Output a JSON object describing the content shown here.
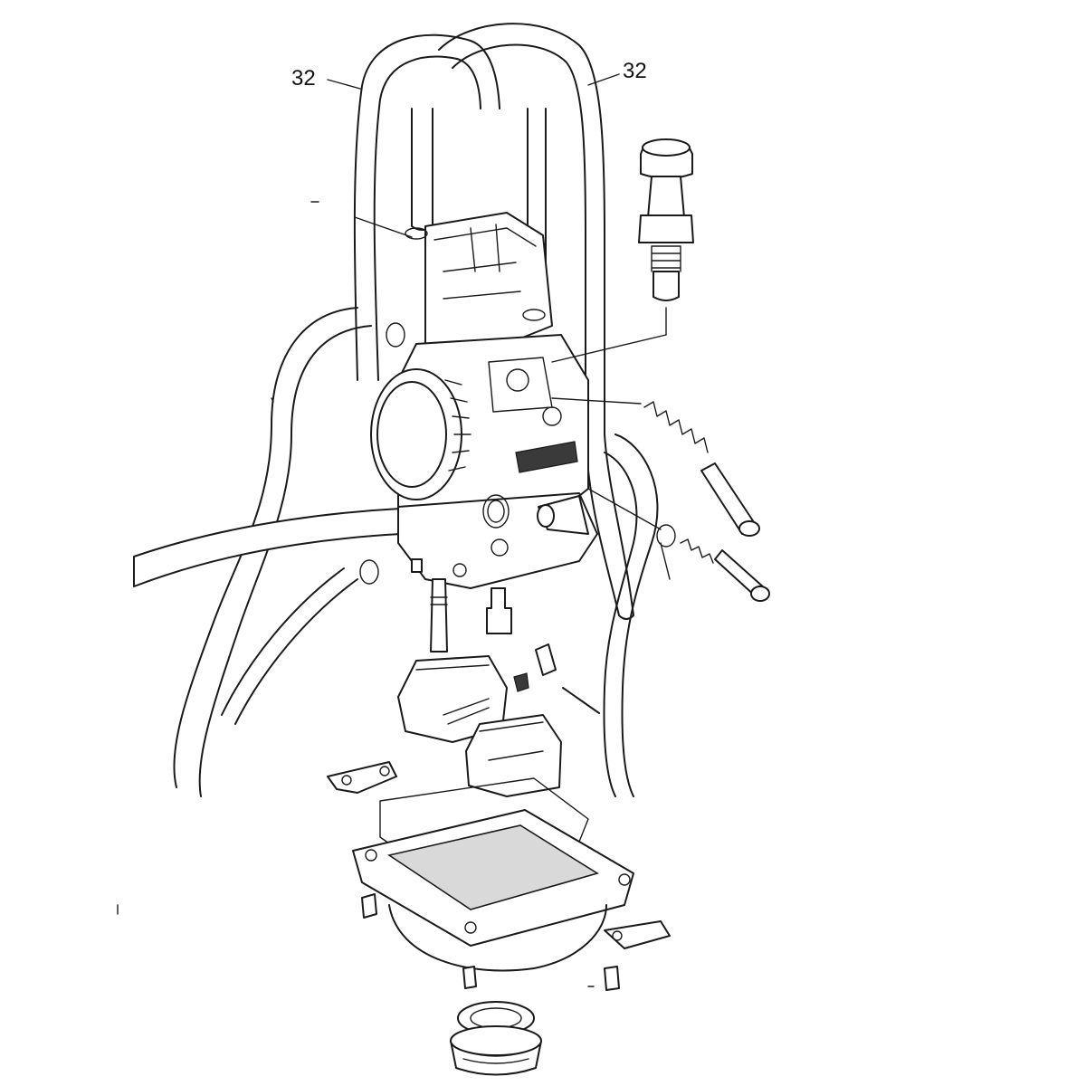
{
  "callouts": [
    {
      "id": "hose-left-callout",
      "label": "32"
    },
    {
      "id": "hose-right-callout",
      "label": "32"
    }
  ]
}
